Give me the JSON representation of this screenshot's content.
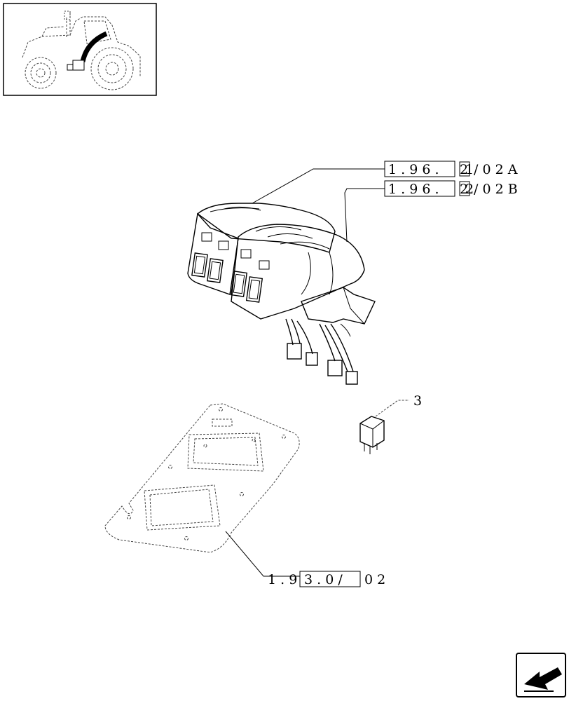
{
  "references": {
    "ref_a": {
      "prefix": "1 . 9 6 .",
      "boxed_digit": "2",
      "rest_digit": "1",
      "suffix": "/ 0 2 A"
    },
    "ref_b": {
      "prefix": "1 . 9 6 .",
      "boxed_digit": "2",
      "rest_digit": "2",
      "suffix": "/ 0 2 B"
    },
    "ref_c": {
      "lead": "1 . 9",
      "boxed": "3 . 0 /",
      "suffix": "0 2"
    }
  },
  "callouts": {
    "relay_item": "3"
  }
}
